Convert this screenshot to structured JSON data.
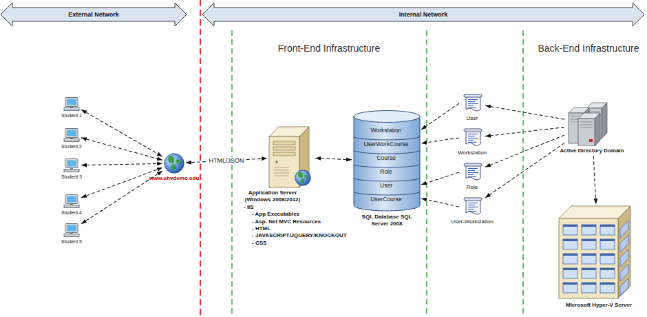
{
  "diagram": {
    "nodes": [
      {
        "text": [
          "External Network"
        ]
      },
      {
        "text": [
          "Internal Network"
        ]
      },
      {
        "text": [
          "Student 1"
        ]
      },
      {
        "text": [
          "Student 2"
        ]
      },
      {
        "text": [
          "Student 3"
        ]
      },
      {
        "text": [
          "Student 4"
        ]
      },
      {
        "text": [
          "Student 5"
        ]
      },
      {
        "text": [
          "www.uhvdemo.edu"
        ]
      },
      {
        "text": [
          "Application Server (Windows 2008/2012)",
          "- IIS",
          "- App Executables",
          "- Asp. Net MVC Resources",
          "- HTML",
          "- JAVASCRIPT/JQUERY/KNOCKOUT",
          "- CSS"
        ]
      },
      {
        "text": [
          "SQL Database SQL Server 2008"
        ]
      },
      {
        "text": [
          "Workstation"
        ],
        "in": 9
      },
      {
        "text": [
          "UserWorkCourse"
        ],
        "in": 9
      },
      {
        "text": [
          "Course"
        ],
        "in": 9
      },
      {
        "text": [
          "Role"
        ],
        "in": 9
      },
      {
        "text": [
          "User"
        ],
        "in": 9
      },
      {
        "text": [
          "UserCourse"
        ],
        "in": 9
      },
      {
        "text": [
          "User"
        ]
      },
      {
        "text": [
          "Workstation"
        ]
      },
      {
        "text": [
          "Role"
        ]
      },
      {
        "text": [
          "User-Workstation"
        ]
      },
      {
        "text": [
          "Active Directory Domain"
        ]
      },
      {
        "text": [
          "Microsoft Hyper-V Server"
        ]
      }
    ],
    "edges": [
      {
        "from": 2,
        "to": 7,
        "arrow": "both"
      },
      {
        "from": 3,
        "to": 7,
        "arrow": "both"
      },
      {
        "from": 4,
        "to": 7,
        "arrow": "both"
      },
      {
        "from": 5,
        "to": 7,
        "arrow": "both"
      },
      {
        "from": 6,
        "to": 7,
        "arrow": "both"
      },
      {
        "from": 7,
        "to": 8,
        "label": "HTML/JSON",
        "arrow": "both"
      },
      {
        "from": 8,
        "to": 9,
        "arrow": "both"
      },
      {
        "from": 16,
        "to": 10,
        "arrow": "to"
      },
      {
        "from": 17,
        "to": 11,
        "arrow": "to"
      },
      {
        "from": 18,
        "to": 14,
        "arrow": "to"
      },
      {
        "from": 19,
        "to": 15,
        "arrow": "to"
      },
      {
        "from": 20,
        "to": 16,
        "arrow": "to"
      },
      {
        "from": 20,
        "to": 17,
        "arrow": "to"
      },
      {
        "from": 20,
        "to": 18,
        "arrow": "to"
      },
      {
        "from": 20,
        "to": 19,
        "arrow": "to"
      },
      {
        "from": 20,
        "to": 21,
        "arrow": "to"
      }
    ],
    "labels": [
      "Front-End Infrastructure",
      "Back-End Infrastructure"
    ]
  }
}
